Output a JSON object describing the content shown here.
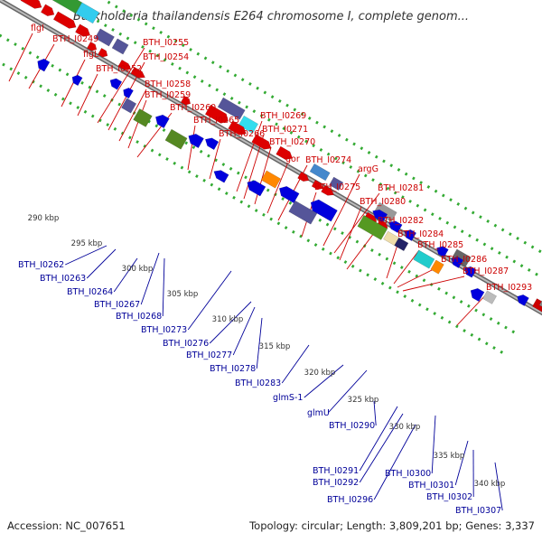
{
  "title": "Burkholderia thailandensis E264 chromosome I, complete genom...",
  "footer": {
    "accession": "Accession: NC_007651",
    "summary": "Topology: circular; Length: 3,809,201 bp; Genes: 3,337"
  },
  "colors": {
    "forward": "#e00000",
    "reverse": "#0000dd",
    "backbone": "#888888",
    "tick": "#33aa33",
    "label_forward": "#cc0000",
    "label_reverse": "#000099"
  },
  "kbp_ticks": [
    "290 kbp",
    "295 kbp",
    "300 kbp",
    "305 kbp",
    "310 kbp",
    "315 kbp",
    "320 kbp",
    "325 kbp",
    "330 kbp",
    "335 kbp",
    "340 kbp"
  ],
  "labels_forward": [
    "flgI",
    "BTH_I0249",
    "flgL",
    "BTH_I0252",
    "BTH_I0255",
    "BTH_I0254",
    "BTH_I0258",
    "BTH_I0259",
    "BTH_I0260",
    "BTH_I0265",
    "BTH_I0266",
    "BTH_I0269",
    "BTH_I0271",
    "BTH_I0270",
    "gor",
    "BTH_I0274",
    "argG",
    "BTH_I0275",
    "BTH_I0281",
    "BTH_I0280",
    "BTH_I0282",
    "BTH_I0284",
    "BTH_I0285",
    "BTH_I0286",
    "BTH_I0287",
    "BTH_I0293"
  ],
  "labels_reverse": [
    "BTH_I0262",
    "BTH_I0263",
    "BTH_I0264",
    "BTH_I0267",
    "BTH_I0268",
    "BTH_I0273",
    "BTH_I0276",
    "BTH_I0277",
    "BTH_I0278",
    "BTH_I0283",
    "glmS-1",
    "glmU",
    "BTH_I0290",
    "BTH_I0291",
    "BTH_I0292",
    "BTH_I0296",
    "BTH_I0300",
    "BTH_I0301",
    "BTH_I0302",
    "BTH_I0307"
  ]
}
